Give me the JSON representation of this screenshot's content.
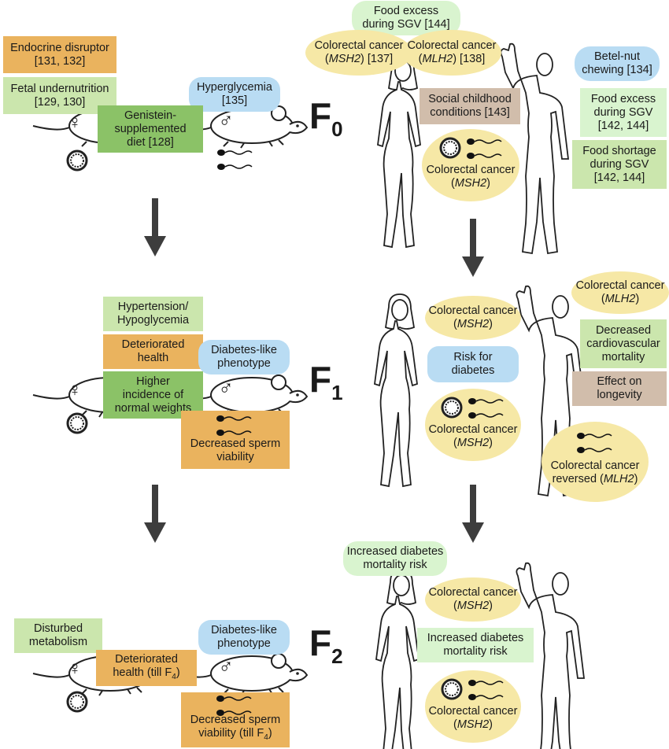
{
  "generations": {
    "f0": "F",
    "f0_sub": "0",
    "f1": "F",
    "f1_sub": "1",
    "f2": "F",
    "f2_sub": "2"
  },
  "mouse_f0": {
    "endocrine": [
      "Endocrine disruptor",
      "[131, 132]"
    ],
    "fetal": [
      "Fetal undernutrition",
      "[129, 130]"
    ],
    "hyperglycemia": [
      "Hyperglycemia",
      "[135]"
    ],
    "genistein": [
      "Genistein-",
      "supplemented",
      "diet [128]"
    ]
  },
  "mouse_f1": {
    "hypertension": [
      "Hypertension/",
      "Hypoglycemia"
    ],
    "deteriorated": [
      "Deteriorated",
      "health"
    ],
    "diabetes": [
      "Diabetes-like",
      "phenotype"
    ],
    "higher": [
      "Higher",
      "incidence of",
      "normal weights"
    ],
    "sperm": [
      "Decreased sperm",
      "viability"
    ]
  },
  "mouse_f2": {
    "disturbed": [
      "Disturbed",
      "metabolism"
    ],
    "deteriorated": [
      "Deteriorated",
      "health (till F",
      "4",
      ")"
    ],
    "diabetes": [
      "Diabetes-like",
      "phenotype"
    ],
    "sperm": [
      "Decreased sperm",
      "viability (till F",
      "4",
      ")"
    ]
  },
  "human_f0": {
    "food_excess_top": [
      "Food excess",
      "during SGV [144]"
    ],
    "crc_msh2": [
      "Colorectal cancer",
      "(",
      "MSH2",
      ") [137]"
    ],
    "crc_mlh2": [
      "Colorectal cancer",
      "(",
      "MLH2",
      ") [138]"
    ],
    "betel": [
      "Betel-nut",
      "chewing [134]"
    ],
    "social": [
      "Social childhood",
      "conditions [143]"
    ],
    "food_excess_right": [
      "Food excess",
      "during SGV",
      "[142, 144]"
    ],
    "crc_bottom": [
      "Colorectal cancer",
      "(",
      "MSH2",
      ")"
    ],
    "food_shortage": [
      "Food shortage",
      "during SGV",
      "[142, 144]"
    ]
  },
  "human_f1": {
    "crc_mlh2": [
      "Colorectal cancer",
      "(",
      "MLH2",
      ")"
    ],
    "crc_msh2": [
      "Colorectal cancer",
      "(",
      "MSH2",
      ")"
    ],
    "cardio": [
      "Decreased",
      "cardiovascular",
      "mortality"
    ],
    "risk": [
      "Risk for",
      "diabetes"
    ],
    "longevity": [
      "Effect on",
      "longevity"
    ],
    "crc_bottom": [
      "Colorectal cancer",
      "(",
      "MSH2",
      ")"
    ],
    "crc_reversed": [
      "Colorectal cancer",
      "reversed (",
      "MLH2",
      ")"
    ]
  },
  "human_f2": {
    "increased_top": [
      "Increased diabetes",
      "mortality risk"
    ],
    "crc_msh2": [
      "Colorectal cancer",
      "(",
      "MSH2",
      ")"
    ],
    "increased_mid": [
      "Increased diabetes",
      "mortality risk"
    ],
    "crc_bottom": [
      "Colorectal cancer",
      "(",
      "MSH2",
      ")"
    ]
  },
  "symbols": {
    "female": "♀",
    "male": "♂"
  },
  "colors": {
    "arrow": "#3d3d3d",
    "orange": "#eab35e",
    "light_green": "#cbe6ad",
    "dark_green": "#8bc267",
    "blue": "#b9dcf3",
    "tan": "#d1bdab",
    "yellow": "#f6e8a6"
  }
}
